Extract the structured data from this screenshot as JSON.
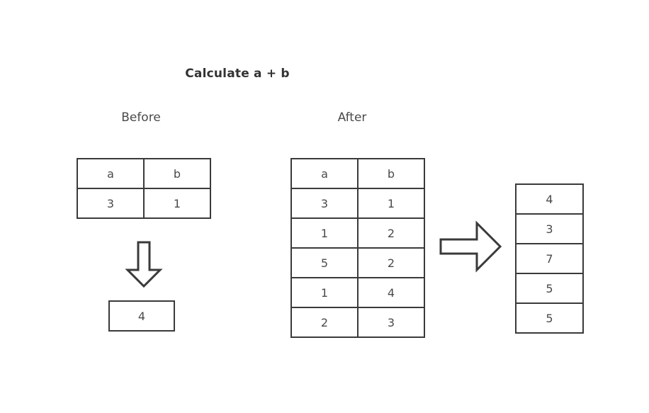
{
  "diagram": {
    "title": "Calculate a + b",
    "background_color": "#ffffff",
    "stroke_color": "#3a3a3a",
    "text_color": "#4a4a4a",
    "title_color": "#333333"
  },
  "before": {
    "label": "Before",
    "table": {
      "headers": [
        "a",
        "b"
      ],
      "rows": [
        [
          "3",
          "1"
        ]
      ]
    },
    "arrow": "down-arrow",
    "result": {
      "values": [
        "4"
      ]
    }
  },
  "after": {
    "label": "After",
    "table": {
      "headers": [
        "a",
        "b"
      ],
      "rows": [
        [
          "3",
          "1"
        ],
        [
          "1",
          "2"
        ],
        [
          "5",
          "2"
        ],
        [
          "1",
          "4"
        ],
        [
          "2",
          "3"
        ]
      ]
    },
    "arrow": "right-arrow",
    "result": {
      "values": [
        "4",
        "3",
        "7",
        "5",
        "5"
      ]
    }
  }
}
